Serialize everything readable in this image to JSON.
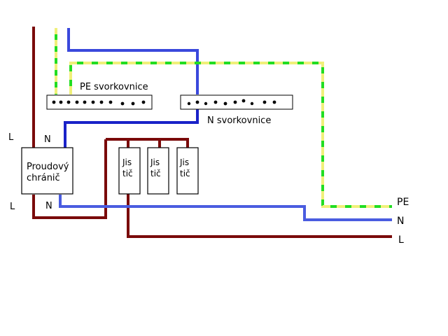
{
  "labels": {
    "pe_block": "PE svorkovnice",
    "n_block": "N svorkovnice",
    "rcd_line1": "Proudový",
    "rcd_line2": "chránič",
    "rcd_in_l": "L",
    "rcd_in_n": "N",
    "rcd_out_l": "L",
    "rcd_out_n": "N",
    "breakers": [
      {
        "line1": "Jis",
        "line2": "tič"
      },
      {
        "line1": "Jis",
        "line2": "tič"
      },
      {
        "line1": "Jis",
        "line2": "tič"
      }
    ],
    "out_pe": "PE",
    "out_n": "N",
    "out_l": "L"
  },
  "colors": {
    "phase": "#7a0a0a",
    "neutral": "#1a22c8",
    "neutral_light": "#4a5ce0",
    "pe_green": "#22dd22",
    "pe_yellow": "#f0f07a"
  }
}
